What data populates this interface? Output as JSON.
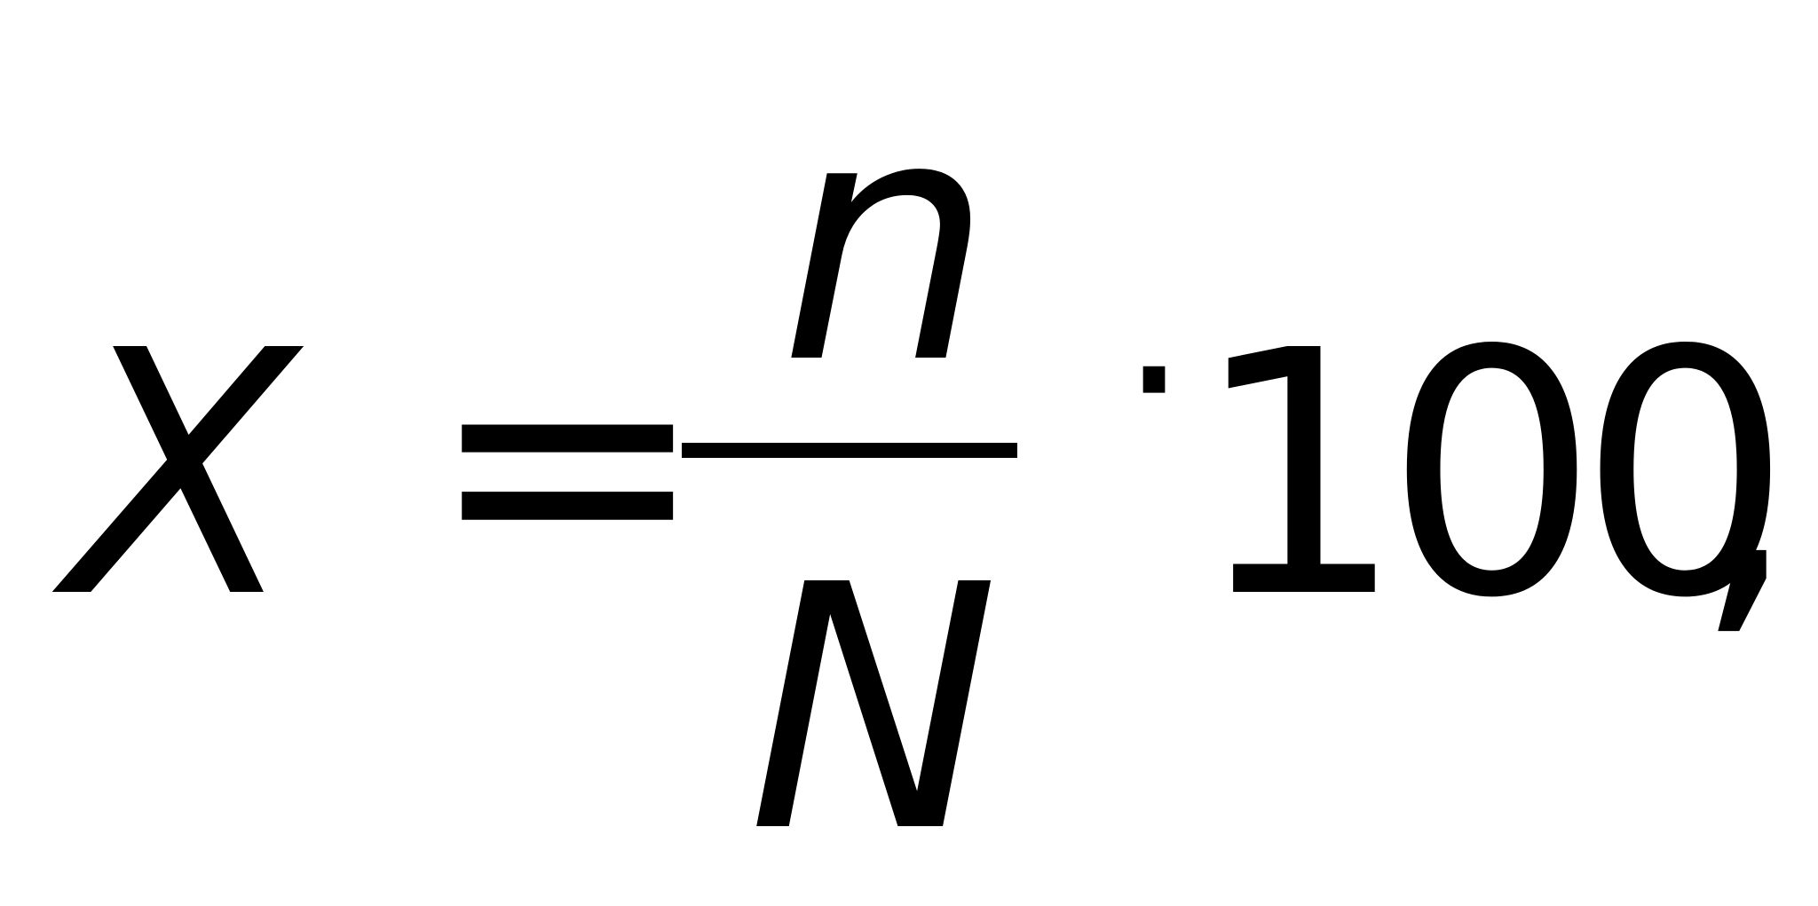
{
  "formula": {
    "lhs": "X",
    "equals": "=",
    "numerator": "n",
    "denominator": "N",
    "operator": "·",
    "multiplier": "100",
    "punctuation": ","
  }
}
